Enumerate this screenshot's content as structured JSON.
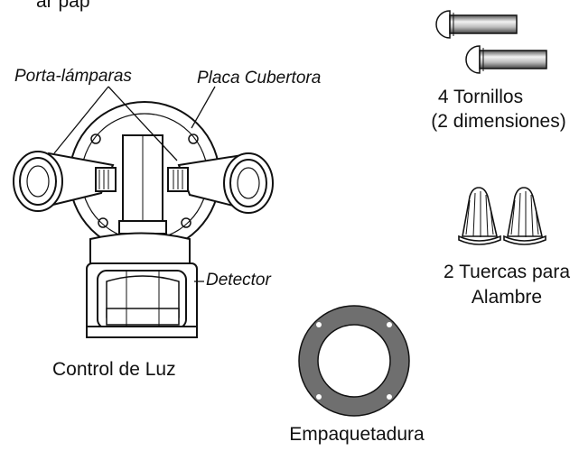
{
  "header": {
    "partial_text": "ar pap"
  },
  "labels": {
    "lamp_holders": "Porta-lámparas",
    "cover_plate": "Placa Cubertora",
    "detector": "Detector",
    "light_control": "Control de Luz",
    "screws_line1": "4 Tornillos",
    "screws_line2": "(2 dimensiones)",
    "wire_nuts_line1": "2 Tuercas para",
    "wire_nuts_line2": "Alambre",
    "gasket": "Empaquetadura"
  },
  "colors": {
    "ink": "#111111",
    "gasket": "#6f6f6f",
    "screw_shade": "#9a9a9a"
  }
}
